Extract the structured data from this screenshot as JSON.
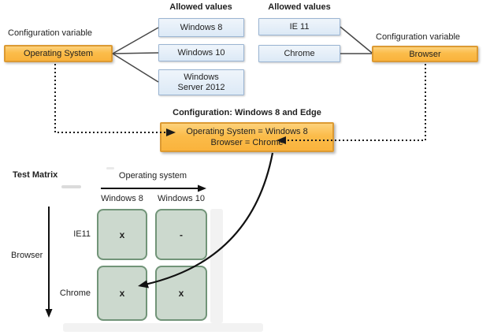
{
  "os_group": {
    "variable_label": "Configuration variable",
    "variable_name": "Operating System",
    "allowed_header": "Allowed values",
    "values": [
      "Windows 8",
      "Windows 10",
      "Windows Server 2012"
    ]
  },
  "browser_group": {
    "variable_label": "Configuration variable",
    "variable_name": "Browser",
    "allowed_header": "Allowed values",
    "values": [
      "IE 11",
      "Chrome"
    ]
  },
  "configuration": {
    "title": "Configuration: Windows 8 and Edge",
    "assignments": [
      "Operating System = Windows 8",
      "Browser = Chrome"
    ]
  },
  "test_matrix": {
    "title": "Test Matrix",
    "x_axis_label": "Operating system",
    "y_axis_label": "Browser",
    "columns": [
      "Windows 8",
      "Windows 10"
    ],
    "rows": [
      "IE11",
      "Chrome"
    ],
    "cells": [
      [
        "x",
        "-"
      ],
      [
        "x",
        "x"
      ]
    ]
  },
  "colors": {
    "variable_box_fill": "#FBB845",
    "variable_box_border": "#DC9A33",
    "value_box_fill": "#DCE9F6",
    "value_box_border": "#9AB4D2",
    "matrix_cell_fill": "#CCD9CE",
    "matrix_cell_border": "#719478",
    "shadow_panel": "#F2F2F2",
    "connector": "#404040"
  }
}
